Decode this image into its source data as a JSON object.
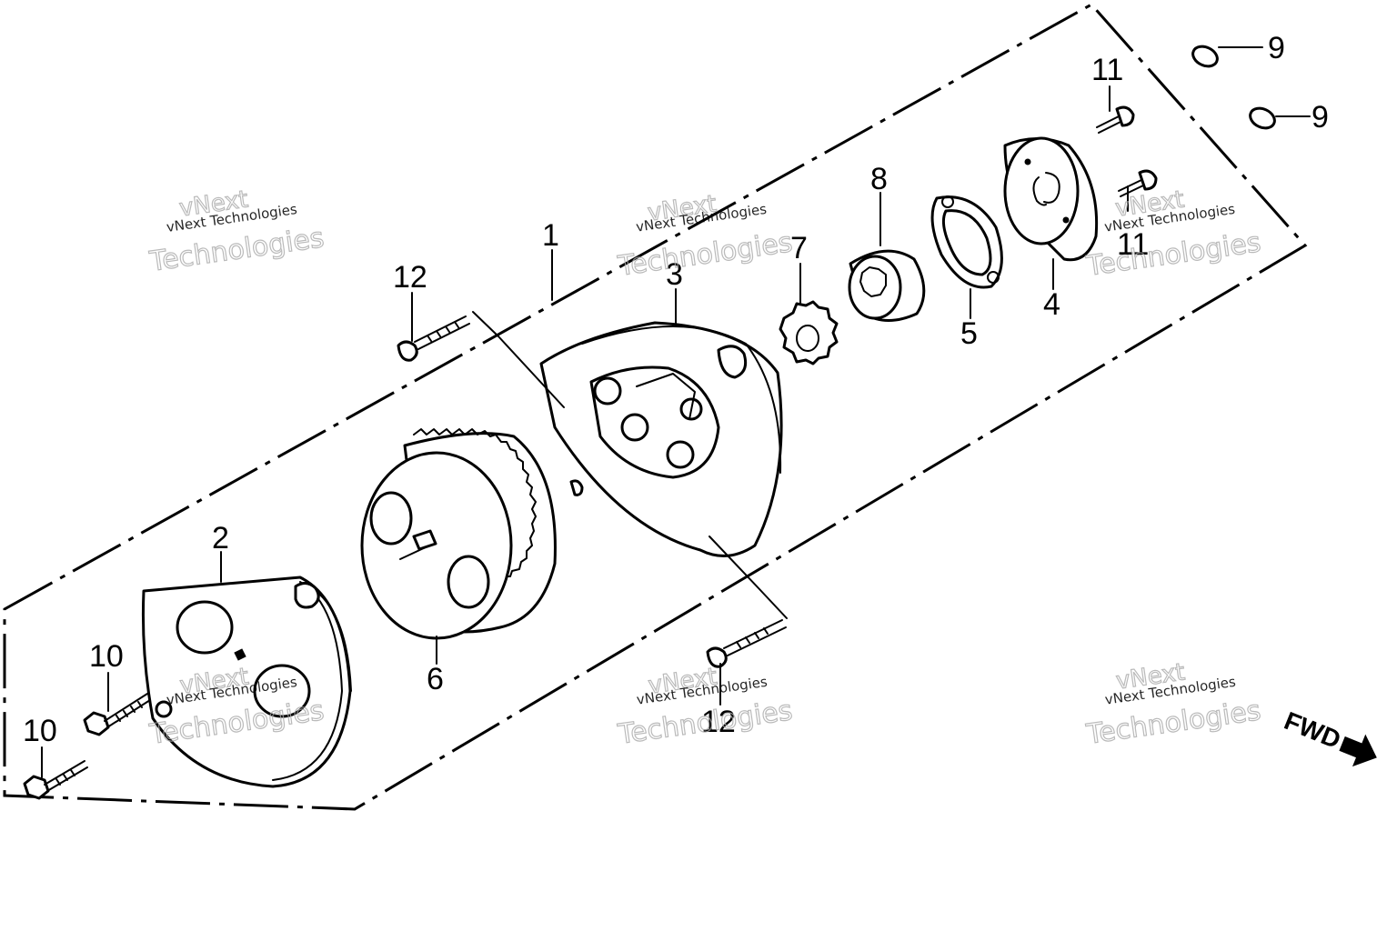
{
  "callouts": {
    "c1": "1",
    "c2": "2",
    "c3": "3",
    "c4": "4",
    "c5": "5",
    "c6": "6",
    "c7": "7",
    "c8": "8",
    "c9a": "9",
    "c9b": "9",
    "c10a": "10",
    "c10b": "10",
    "c11a": "11",
    "c11b": "11",
    "c12a": "12",
    "c12b": "12"
  },
  "direction_label": "FWD",
  "watermark": {
    "line1": "vNext Technologies",
    "line2": "vNext",
    "line3": "Technologies"
  },
  "colors": {
    "ink": "#000000",
    "paper": "#ffffff",
    "watermark": "#aaaaaa"
  }
}
